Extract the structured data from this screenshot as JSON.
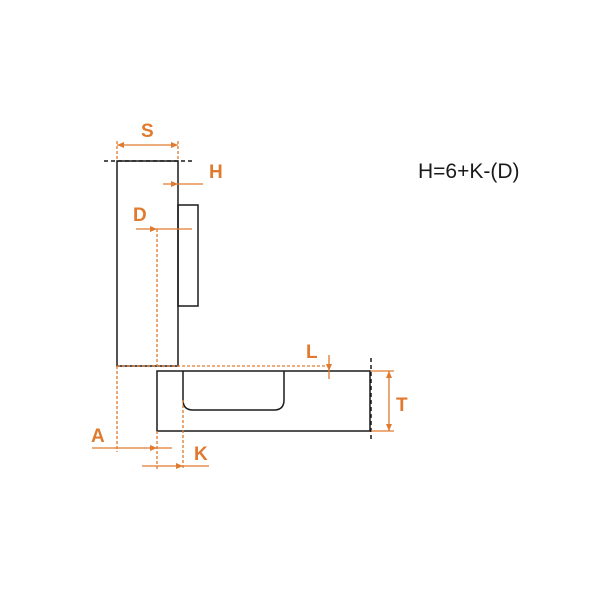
{
  "formula": "H=6+K-(D)",
  "labels": {
    "S": "S",
    "H": "H",
    "D": "D",
    "L": "L",
    "T": "T",
    "A": "A",
    "K": "K"
  },
  "colors": {
    "dimension": "#e07a2e",
    "outline": "#1a1a1a",
    "formula_text": "#1a1a1a"
  }
}
